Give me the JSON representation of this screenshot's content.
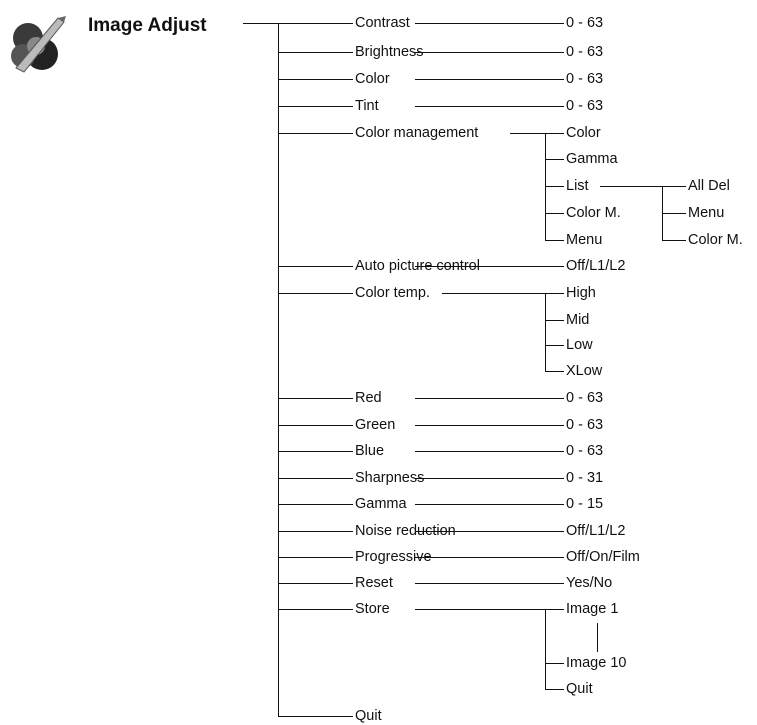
{
  "title": "Image Adjust",
  "icon": "image-adjust-icon",
  "items": [
    {
      "label": "Contrast",
      "range": "0 - 63"
    },
    {
      "label": "Brightness",
      "range": "0 - 63"
    },
    {
      "label": "Color",
      "range": "0 - 63"
    },
    {
      "label": "Tint",
      "range": "0 - 63"
    },
    {
      "label": "Color management",
      "children": [
        {
          "label": "Color"
        },
        {
          "label": "Gamma"
        },
        {
          "label": "List",
          "children": [
            {
              "label": "All Del"
            },
            {
              "label": "Menu"
            },
            {
              "label": "Color M."
            }
          ]
        },
        {
          "label": "Color M."
        },
        {
          "label": "Menu"
        }
      ]
    },
    {
      "label": "Auto picture control",
      "range": "Off/L1/L2"
    },
    {
      "label": "Color temp.",
      "children": [
        {
          "label": "High"
        },
        {
          "label": "Mid"
        },
        {
          "label": "Low"
        },
        {
          "label": "XLow"
        }
      ]
    },
    {
      "label": "Red",
      "range": "0 - 63"
    },
    {
      "label": "Green",
      "range": "0 - 63"
    },
    {
      "label": "Blue",
      "range": "0 - 63"
    },
    {
      "label": "Sharpness",
      "range": "0 - 31"
    },
    {
      "label": "Gamma",
      "range": "0 - 15"
    },
    {
      "label": "Noise reduction",
      "range": "Off/L1/L2"
    },
    {
      "label": "Progressive",
      "range": "Off/On/Film"
    },
    {
      "label": "Reset",
      "range": "Yes/No"
    },
    {
      "label": "Store",
      "children": [
        {
          "label": "Image 1"
        },
        {
          "label": "Image 10"
        },
        {
          "label": "Quit"
        }
      ]
    },
    {
      "label": "Quit"
    }
  ]
}
